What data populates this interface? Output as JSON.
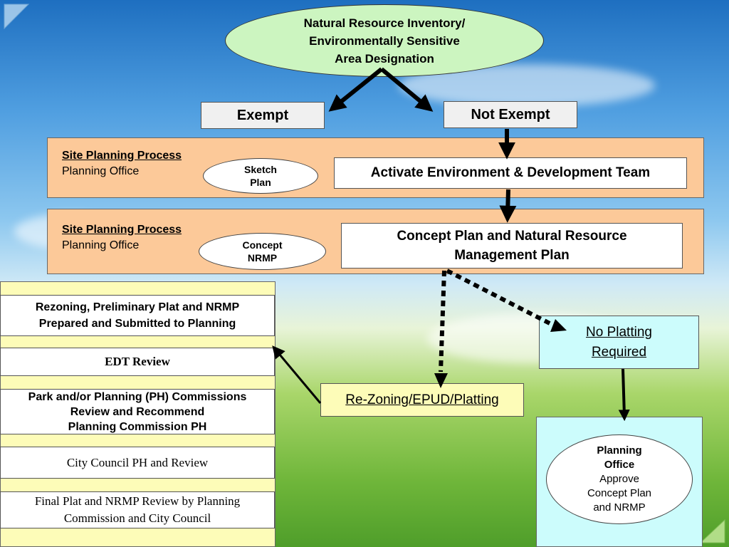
{
  "diagram": {
    "top_oval": "Natural Resource Inventory/\nEnvironmentally Sensitive\nArea Designation",
    "exempt": "Exempt",
    "not_exempt": "Not Exempt",
    "band1": {
      "title": "Site Planning Process",
      "subtitle": "Planning Office",
      "oval": "Sketch\nPlan",
      "box": "Activate Environment & Development Team"
    },
    "band2": {
      "title": "Site Planning Process",
      "subtitle": "Planning Office",
      "oval": "Concept\nNRMP",
      "box": "Concept Plan and Natural Resource\nManagement Plan"
    },
    "left_panel": {
      "step1": "Rezoning, Preliminary Plat and NRMP\nPrepared and Submitted to Planning",
      "step2": "EDT Review",
      "step3": "Park and/or Planning (PH) Commissions\nReview and Recommend\nPlanning Commission PH",
      "step4": "City Council PH and Review",
      "step5": "Final Plat and NRMP Review by Planning\nCommission and City Council"
    },
    "rezoning_box": "Re-Zoning/EPUD/Platting",
    "no_platting": "No Platting\nRequired",
    "planning_office_oval": {
      "line1": "Planning\nOffice",
      "line2": "Approve\nConcept Plan\nand NRMP"
    }
  }
}
